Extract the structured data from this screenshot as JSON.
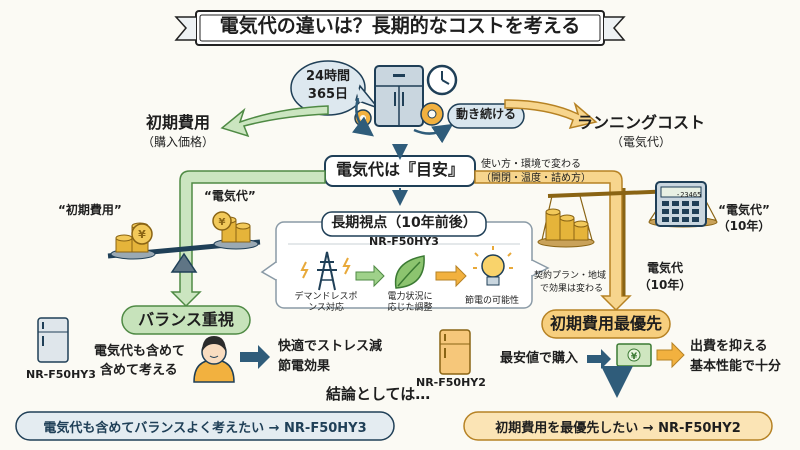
{
  "title": "電気代の違いは？長期的なコストを考える",
  "center": {
    "line1": "24時間",
    "line2": "365日",
    "running": "動き続ける"
  },
  "initial": {
    "label": "初期費用",
    "sub": "（購入価格）"
  },
  "running": {
    "label": "ランニングコスト",
    "sub": "（電気代）"
  },
  "guide": {
    "label": "電気代は『目安』",
    "note1": "使い方・環境で変わる",
    "note2": "（開閉・温度・詰め方）"
  },
  "longterm": {
    "title": "長期視点（10年前後）",
    "model": "NR-F50HY3",
    "steps": [
      {
        "label1": "デマンドレスポ",
        "label2": "ンス対応"
      },
      {
        "label1": "電力状況に",
        "label2": "応じた調整"
      },
      {
        "label1": "節電の可能性",
        "label2": ""
      }
    ]
  },
  "left_scale": {
    "initial_label": "“初期費用”",
    "elec_label": "“電気代”"
  },
  "right_scale": {
    "calc_display": "-23465",
    "elec_label_1": "“電気代”",
    "elec_label_2": "（10年）",
    "coins_label_1": "電気代",
    "coins_label_2": "（10年）",
    "contract_1": "契約プラン・地域",
    "contract_2": "で効果は変わる"
  },
  "balance": {
    "header": "バランス重視",
    "model": "NR-F50HY3",
    "text1": "電気代も含めて",
    "text2": "含めて考える",
    "result1": "快適でストレス減",
    "result2": "節電効果"
  },
  "initial_first": {
    "header": "初期費用最優先",
    "model": "NR-F50HY2",
    "buy": "最安値で購入",
    "result1": "出費を抑える",
    "result2": "基本性能で十分"
  },
  "conclusion": "結論としては…",
  "footer_left": "電気代も含めてバランスよく考えたい → NR-F50HY3",
  "footer_right": "初期費用を最優先したい → NR-F50HY2",
  "colors": {
    "green": "#7dbb63",
    "green_light": "#c7e3bb",
    "orange": "#f0b040",
    "orange_light": "#fbe4b5",
    "blue": "#2f5c7a",
    "navy": "#203447"
  }
}
